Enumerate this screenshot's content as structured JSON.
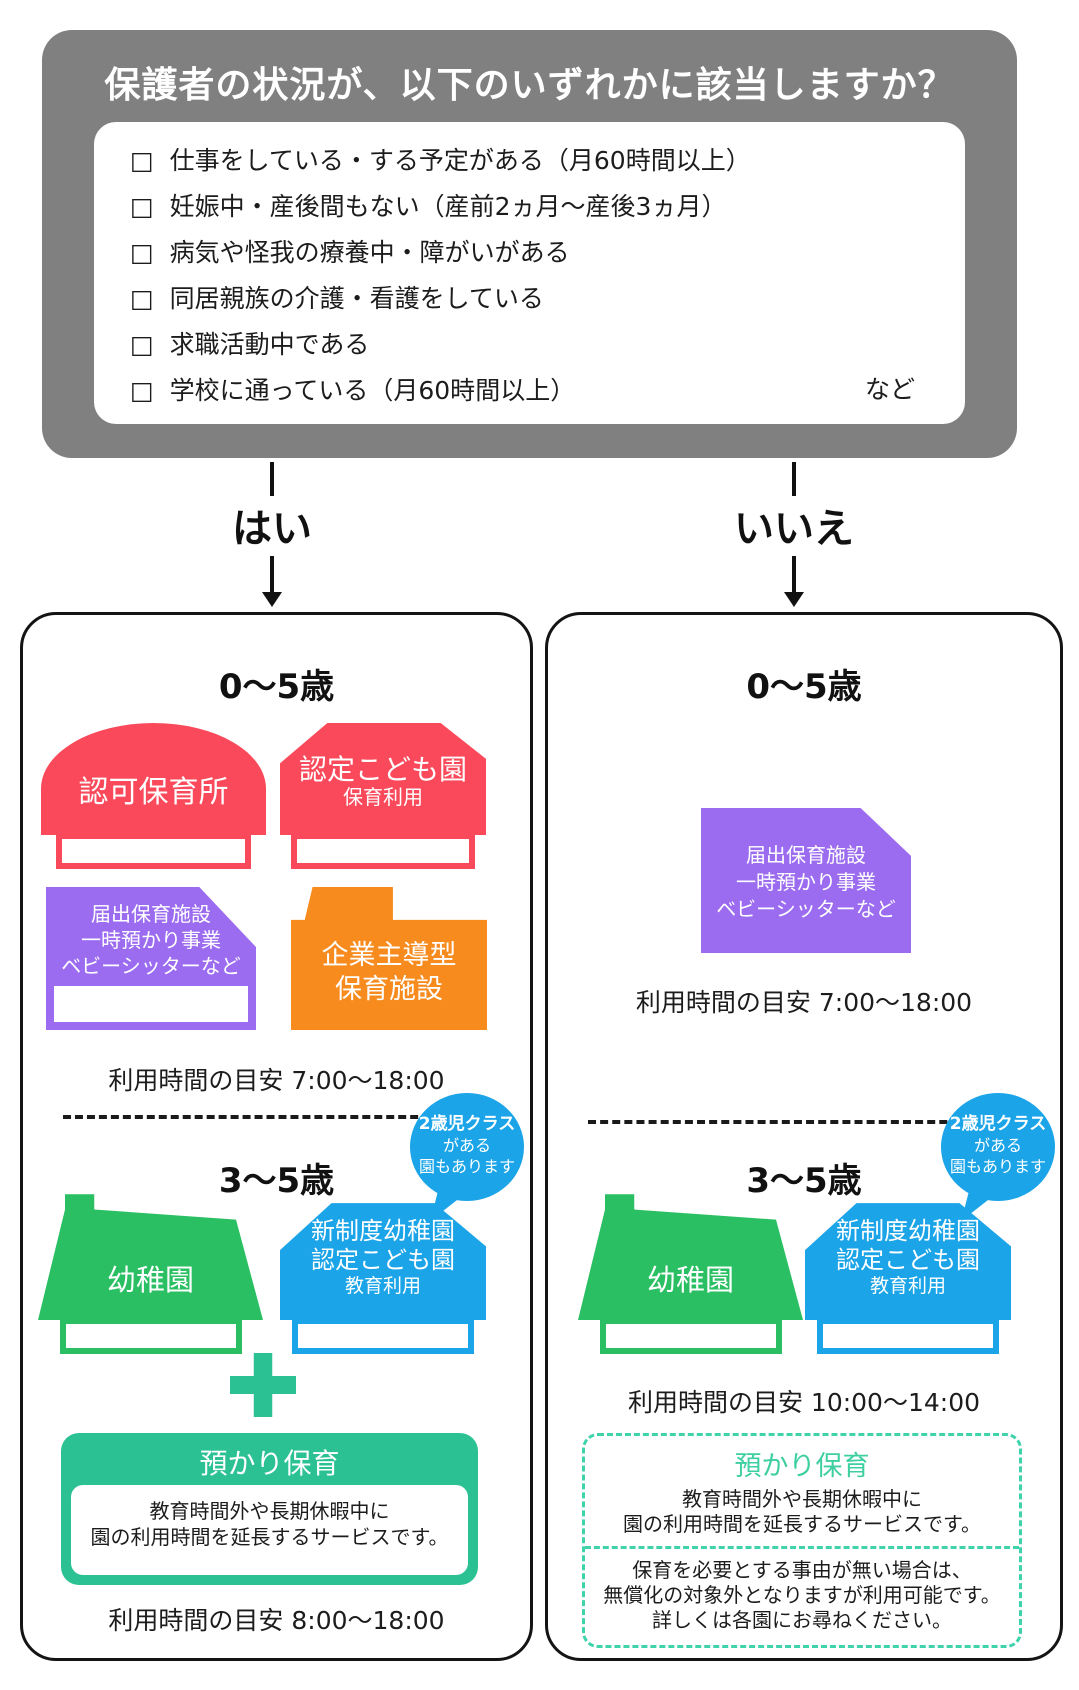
{
  "colors": {
    "gray": "#808080",
    "red": "#f9495a",
    "purple": "#9c6cf0",
    "orange": "#f78b1e",
    "green": "#29bf62",
    "blue": "#1ba4e8",
    "teal": "#2bc193",
    "teal_dashed": "#3fd3ab",
    "ink": "#141414"
  },
  "question": {
    "title": "保護者の状況が、以下のいずれかに該当しますか？",
    "checkbox": "□",
    "items": [
      "仕事をしている・する予定がある（月60時間以上）",
      "妊娠中・産後間もない（産前2ヵ月～産後3ヵ月）",
      "病気や怪我の療養中・障がいがある",
      "同居親族の介護・看護をしている",
      "求職活動中である",
      "学校に通っている（月60時間以上）"
    ],
    "etc": "など"
  },
  "branches": {
    "yes": "はい",
    "no": "いいえ"
  },
  "left": {
    "age05": {
      "heading": "0～5歳",
      "ninka": "認可保育所",
      "nintei": "認定こども園",
      "nintei_sub": "保育利用",
      "todokede": "届出保育施設\n一時預かり事業\nベビーシッターなど",
      "kigyo": "企業主導型\n保育施設",
      "hours": "利用時間の目安  7:00～18:00"
    },
    "age35": {
      "heading": "3～5歳",
      "bubble1": "2歳児クラス",
      "bubble2": "がある",
      "bubble3": "園もあります",
      "yochien": "幼稚園",
      "shinseido": "新制度幼稚園\n認定こども園",
      "shinseido_sub": "教育利用",
      "azukari_title": "預かり保育",
      "azukari_body": "教育時間外や長期休暇中に\n園の利用時間を延長するサービスです。",
      "hours": "利用時間の目安  8:00～18:00"
    }
  },
  "right": {
    "age05": {
      "heading": "0～5歳",
      "todokede": "届出保育施設\n一時預かり事業\nベビーシッターなど",
      "hours": "利用時間の目安  7:00～18:00"
    },
    "age35": {
      "heading": "3～5歳",
      "bubble1": "2歳児クラス",
      "bubble2": "がある",
      "bubble3": "園もあります",
      "yochien": "幼稚園",
      "shinseido": "新制度幼稚園\n認定こども園",
      "shinseido_sub": "教育利用",
      "hours": "利用時間の目安  10:00～14:00",
      "azukari_title": "預かり保育",
      "azukari_body": "教育時間外や長期休暇中に\n園の利用時間を延長するサービスです。",
      "note": "保育を必要とする事由が無い場合は、\n無償化の対象外となりますが利用可能です。\n詳しくは各園にお尋ねください。"
    }
  }
}
